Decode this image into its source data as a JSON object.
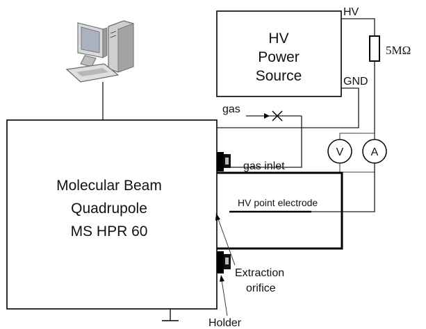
{
  "labels": {
    "hv_source": [
      "HV",
      "Power",
      "Source"
    ],
    "hv_terminal": "HV",
    "gnd_terminal": "GND",
    "resistor": "5MΩ",
    "gas": "gas",
    "voltmeter": "V",
    "ammeter": "A",
    "gas_inlet": "gas inlet",
    "spectrometer": [
      "Molecular Beam",
      "Quadrupole",
      "MS HPR 60"
    ],
    "hv_electrode": "HV point electrode",
    "extraction_orifice": [
      "Extraction",
      "orifice"
    ],
    "holder": "Holder"
  },
  "icons": {
    "computer": "computer-icon",
    "ground": "ground-icon",
    "valve": "valve-icon",
    "resistor": "resistor-icon"
  }
}
